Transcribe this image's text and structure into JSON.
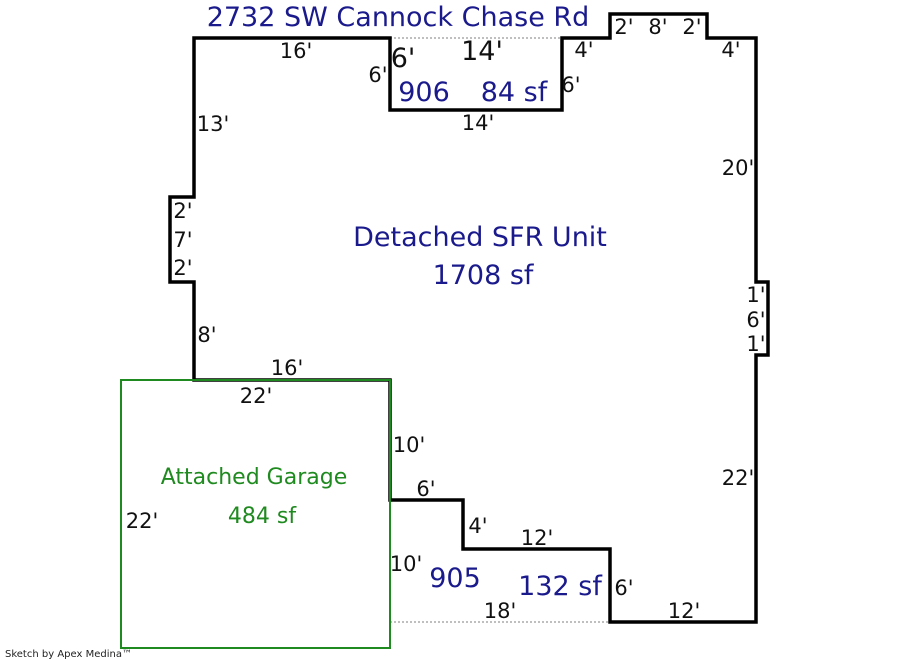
{
  "address": "2732 SW Cannock Chase Rd",
  "main_area": {
    "name": "Detached SFR Unit",
    "area": "1708 sf"
  },
  "garage": {
    "name": "Attached Garage",
    "area": "484 sf"
  },
  "area_906": {
    "code": "906",
    "area": "84 sf"
  },
  "area_905": {
    "code": "905",
    "area": "132 sf"
  },
  "credit": "Sketch by Apex Medina™",
  "colors": {
    "outline": "#000000",
    "blue_text": "#1a1a8c",
    "garage": "#1f8a1f",
    "dotted": "#999999"
  },
  "dims": {
    "top_16": "16'",
    "top_6": "6'",
    "top_14": "14'",
    "top_4a": "4'",
    "top_2a": "2'",
    "top_8": "8'",
    "top_2b": "2'",
    "top_4b": "4'",
    "recess_6l": "6'",
    "recess_6r": "6'",
    "recess_14b": "14'",
    "left_13": "13'",
    "left_2a": "2'",
    "left_7": "7'",
    "left_2b": "2'",
    "left_8": "8'",
    "mid_16": "16'",
    "garage_22t": "22'",
    "garage_22l": "22'",
    "g_10a": "10'",
    "g_10b": "10'",
    "step_6": "6'",
    "step_4": "4'",
    "step_12a": "12'",
    "bot_18": "18'",
    "bot_6": "6'",
    "bot_12": "12'",
    "right_20": "20'",
    "right_1a": "1'",
    "right_6": "6'",
    "right_1b": "1'",
    "right_22": "22'"
  }
}
